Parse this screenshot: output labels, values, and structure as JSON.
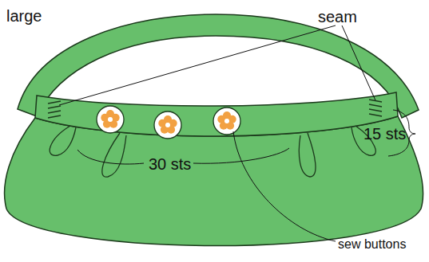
{
  "diagram": {
    "labels": [
      "large",
      "seam",
      "15 sts",
      "30 sts",
      "sew buttons"
    ]
  }
}
